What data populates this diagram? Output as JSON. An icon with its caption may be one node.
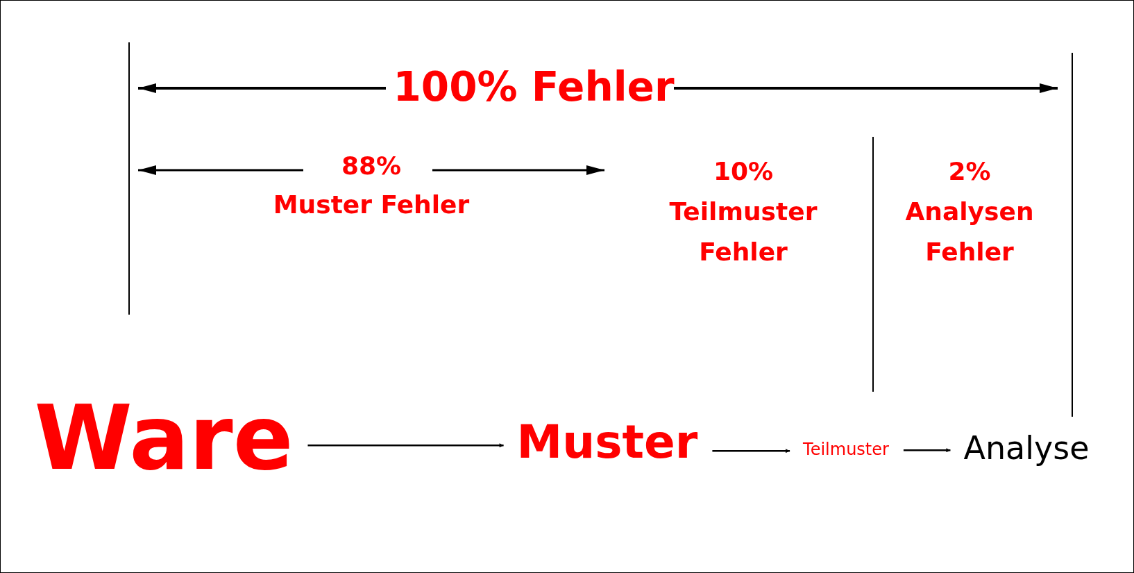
{
  "diagram": {
    "nodes": [
      {
        "text": [
          "Ware"
        ]
      },
      {
        "text": [
          "Muster"
        ]
      },
      {
        "text": [
          "Teilmuster"
        ]
      },
      {
        "text": [
          "Analyse"
        ]
      }
    ],
    "edges": [
      {
        "from": 0,
        "to": 1,
        "arrow": "to"
      },
      {
        "from": 1,
        "to": 2,
        "arrow": "to"
      },
      {
        "from": 2,
        "to": 3,
        "arrow": "to"
      }
    ],
    "labels": [
      "100% Fehler",
      "88% Muster Fehler",
      "10% Teilmuster Fehler",
      "2% Analysen Fehler"
    ]
  }
}
